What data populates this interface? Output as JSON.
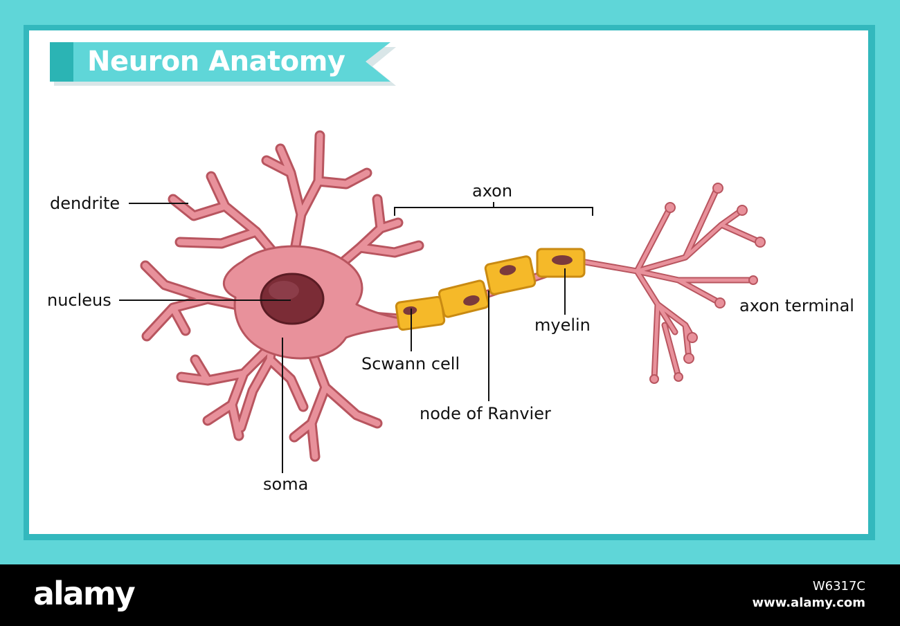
{
  "title": "Neuron Anatomy",
  "labels": {
    "dendrite": "dendrite",
    "nucleus": "nucleus",
    "soma": "soma",
    "axon": "axon",
    "schwann_cell": "Scwann cell",
    "node_of_ranvier": "node of Ranvier",
    "myelin": "myelin",
    "axon_terminal": "axon terminal"
  },
  "watermark": {
    "brand": "alamy",
    "image_id": "W6317C",
    "site": "www.alamy.com"
  },
  "colors": {
    "frame_light": "#5fd6d8",
    "frame_dark": "#33b8bd",
    "neuron_fill": "#e8919b",
    "neuron_stroke": "#b8555f",
    "nucleus": "#7b2c36",
    "myelin_fill": "#f5b929",
    "myelin_stroke": "#c98a12"
  }
}
